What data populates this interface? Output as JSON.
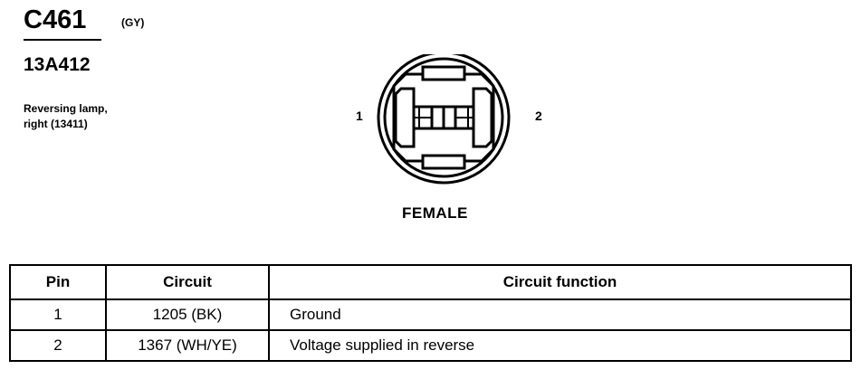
{
  "connector": {
    "id": "C461",
    "color_code": "(GY)",
    "part_number": "13A412",
    "description_line1": "Reversing lamp,",
    "description_line2": "right (13411)",
    "gender": "FEMALE",
    "pin_labels": [
      "1",
      "2"
    ]
  },
  "table": {
    "headers": {
      "pin": "Pin",
      "circuit": "Circuit",
      "function": "Circuit function"
    },
    "rows": [
      {
        "pin": "1",
        "circuit": "1205 (BK)",
        "function": "Ground"
      },
      {
        "pin": "2",
        "circuit": "1367 (WH/YE)",
        "function": "Voltage supplied in reverse"
      }
    ]
  }
}
